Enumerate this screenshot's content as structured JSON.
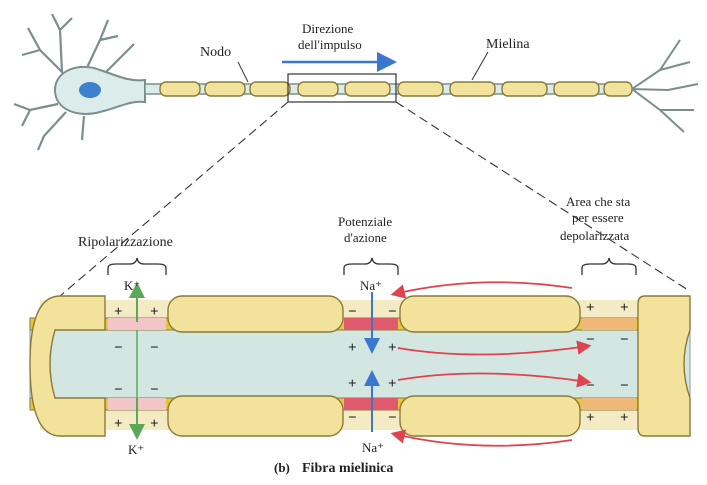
{
  "labels": {
    "node": "Nodo",
    "direction_line1": "Direzione",
    "direction_line2": "dell'impulso",
    "myelin": "Mielina",
    "repolarization": "Ripolarizzazione",
    "action_potential_line1": "Potenziale",
    "action_potential_line2": "d'azione",
    "area_line1": "Area che sta",
    "area_line2": "per essere",
    "area_line3": "depolarizzata",
    "k_top": "K⁺",
    "k_bottom": "K⁺",
    "na_top": "Na⁺",
    "na_bottom": "Na⁺",
    "caption_prefix": "(b)",
    "caption": "Fibra mielinica"
  },
  "colors": {
    "myelin": "#f3e29b",
    "myelin_stroke": "#8a7a3a",
    "axoplasm": "#d3e6e2",
    "cell_body": "#dcecea",
    "nucleus": "#3f7fd0",
    "membrane": "#e3c93a",
    "na_node": "#e05a6e",
    "k_node": "#f2c6c8",
    "next_node": "#f0b878",
    "current_arrow": "#e0424e",
    "na_arrow": "#3a78d0",
    "k_arrow": "#5aa85a"
  }
}
